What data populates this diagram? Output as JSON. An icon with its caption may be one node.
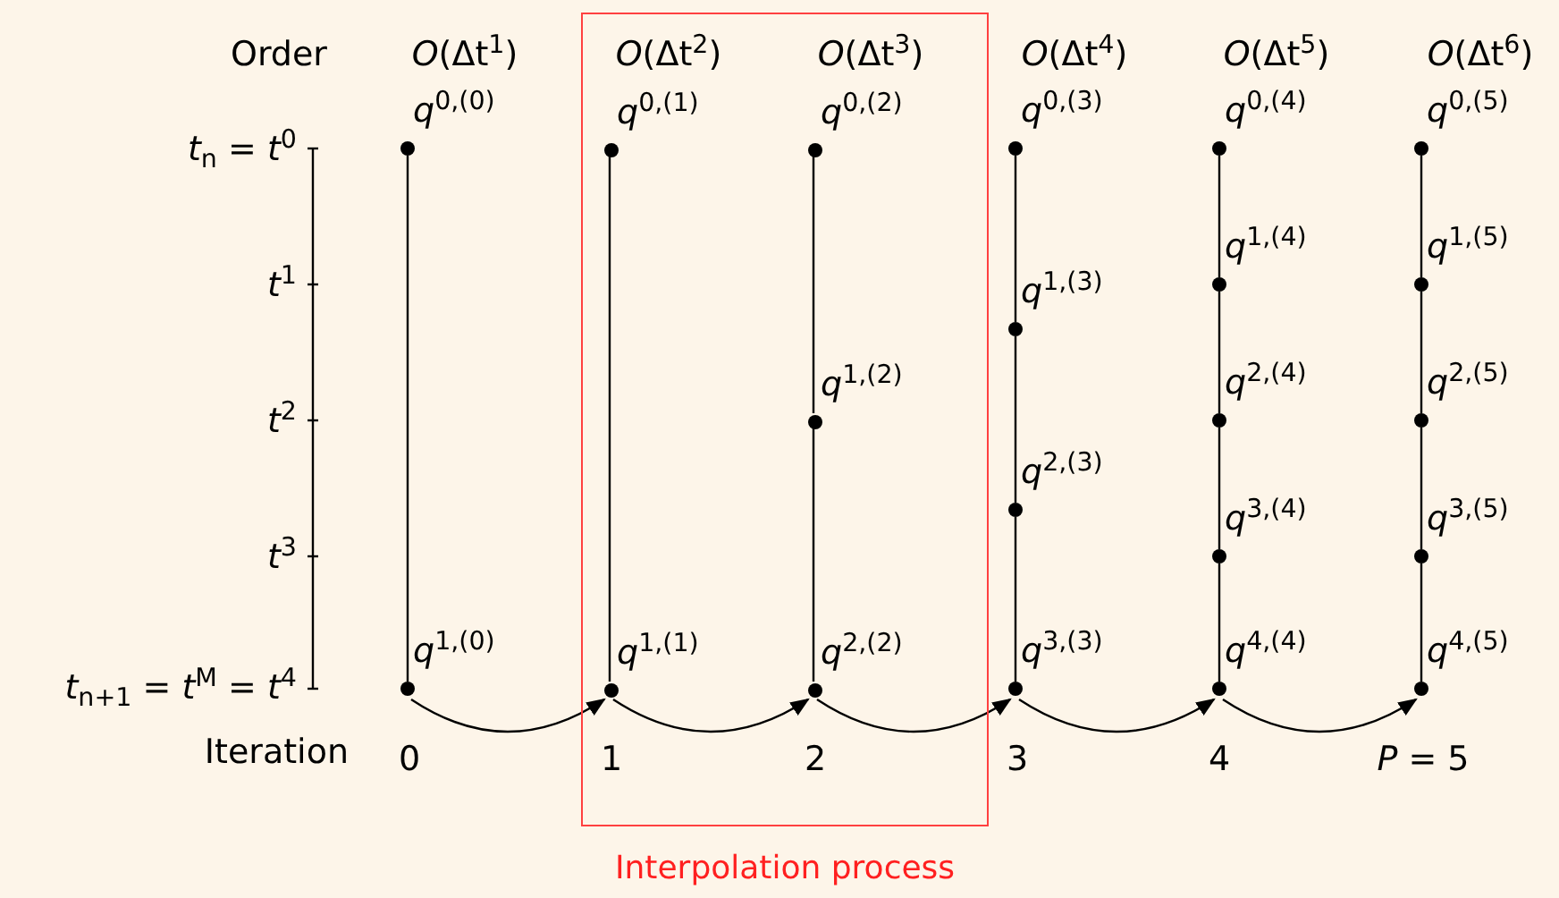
{
  "diagram": {
    "nodes": [
      {
        "text": [
          "Interpolation process"
        ]
      },
      {
        "text": [],
        "shape": "circle",
        "beside": [
          "*q*$^{0,(0)}$"
        ]
      },
      {
        "text": [],
        "shape": "circle",
        "beside": [
          "*q*$^{1,(0)}$"
        ]
      },
      {
        "text": [],
        "shape": "circle",
        "beside": [
          "*q*$^{0,(1)}$"
        ],
        "in": 0
      },
      {
        "text": [],
        "shape": "circle",
        "beside": [
          "*q*$^{1,(1)}$"
        ],
        "in": 0
      },
      {
        "text": [],
        "shape": "circle",
        "beside": [
          "*q*$^{0,(2)}$"
        ],
        "in": 0
      },
      {
        "text": [],
        "shape": "circle",
        "beside": [
          "*q*$^{1,(2)}$"
        ],
        "in": 0
      },
      {
        "text": [],
        "shape": "circle",
        "beside": [
          "*q*$^{2,(2)}$"
        ],
        "in": 0
      },
      {
        "text": [],
        "shape": "circle",
        "beside": [
          "*q*$^{0,(3)}$"
        ]
      },
      {
        "text": [],
        "shape": "circle",
        "beside": [
          "*q*$^{1,(3)}$"
        ]
      },
      {
        "text": [],
        "shape": "circle",
        "beside": [
          "*q*$^{2,(3)}$"
        ]
      },
      {
        "text": [],
        "shape": "circle",
        "beside": [
          "*q*$^{3,(3)}$"
        ]
      },
      {
        "text": [],
        "shape": "circle",
        "beside": [
          "*q*$^{0,(4)}$"
        ]
      },
      {
        "text": [],
        "shape": "circle",
        "beside": [
          "*q*$^{1,(4)}$"
        ]
      },
      {
        "text": [],
        "shape": "circle",
        "beside": [
          "*q*$^{2,(4)}$"
        ]
      },
      {
        "text": [],
        "shape": "circle",
        "beside": [
          "*q*$^{3,(4)}$"
        ]
      },
      {
        "text": [],
        "shape": "circle",
        "beside": [
          "*q*$^{4,(4)}$"
        ]
      },
      {
        "text": [],
        "shape": "circle",
        "beside": [
          "*q*$^{0,(5)}$"
        ]
      },
      {
        "text": [],
        "shape": "circle",
        "beside": [
          "*q*$^{1,(5)}$"
        ]
      },
      {
        "text": [],
        "shape": "circle",
        "beside": [
          "*q*$^{2,(5)}$"
        ]
      },
      {
        "text": [],
        "shape": "circle",
        "beside": [
          "*q*$^{3,(5)}$"
        ]
      },
      {
        "text": [],
        "shape": "circle",
        "beside": [
          "*q*$^{4,(5)}$"
        ]
      }
    ],
    "edges": [
      {
        "from": 1,
        "to": 2,
        "arrow": "none"
      },
      {
        "from": 3,
        "to": 4,
        "arrow": "none"
      },
      {
        "from": 5,
        "to": 6,
        "arrow": "none"
      },
      {
        "from": 6,
        "to": 7,
        "arrow": "none"
      },
      {
        "from": 8,
        "to": 9,
        "arrow": "none"
      },
      {
        "from": 9,
        "to": 10,
        "arrow": "none"
      },
      {
        "from": 10,
        "to": 11,
        "arrow": "none"
      },
      {
        "from": 12,
        "to": 13,
        "arrow": "none"
      },
      {
        "from": 13,
        "to": 14,
        "arrow": "none"
      },
      {
        "from": 14,
        "to": 15,
        "arrow": "none"
      },
      {
        "from": 15,
        "to": 16,
        "arrow": "none"
      },
      {
        "from": 17,
        "to": 18,
        "arrow": "none"
      },
      {
        "from": 18,
        "to": 19,
        "arrow": "none"
      },
      {
        "from": 19,
        "to": 20,
        "arrow": "none"
      },
      {
        "from": 20,
        "to": 21,
        "arrow": "none"
      },
      {
        "from": 2,
        "to": 4,
        "arrow": "to"
      },
      {
        "from": 4,
        "to": 7,
        "arrow": "to"
      },
      {
        "from": 7,
        "to": 11,
        "arrow": "to"
      },
      {
        "from": 11,
        "to": 16,
        "arrow": "to"
      },
      {
        "from": 16,
        "to": 21,
        "arrow": "to"
      }
    ],
    "labels": [
      "Order",
      "*O*(Δt$^{1}$)",
      "*O*(Δt$^{2}$)",
      "*O*(Δt$^{3}$)",
      "*O*(Δt$^{4}$)",
      "*O*(Δt$^{5}$)",
      "*O*(Δt$^{6}$)",
      "*t*$_{n}$ = *t*$^{0}$",
      "*t*$^{1}$",
      "*t*$^{2}$",
      "*t*$^{3}$",
      "*t*$_{n+1}$ = *t*$^{M}$ = *t*$^{4}$",
      "Iteration",
      "0",
      "1",
      "2",
      "3",
      "4",
      "*P* = 5"
    ]
  }
}
